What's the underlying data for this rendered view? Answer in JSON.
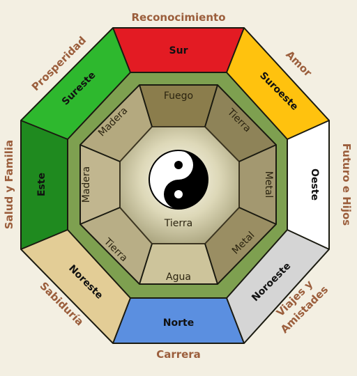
{
  "outer_labels": {
    "top": "Reconocimiento",
    "top_left": "Prosperidad",
    "top_right": "Amor",
    "left": "Salud y Familia",
    "right": "Futuro e Hijos",
    "bottom_left": "Sabiduría",
    "bottom_right_line1": "Viajes y",
    "bottom_right_line2": "Amistades",
    "bottom": "Carrera"
  },
  "directions": {
    "sur": "Sur",
    "suroeste": "Suroeste",
    "oeste": "Oeste",
    "noroeste": "Noroeste",
    "norte": "Norte",
    "noreste": "Noreste",
    "este": "Este",
    "sureste": "Sureste"
  },
  "elements": {
    "top": "Fuego",
    "top_right": "Tierra",
    "right": "Metal",
    "bottom_right": "Metal",
    "bottom": "Agua",
    "bottom_left": "Tierra",
    "left": "Madera",
    "top_left": "Madera",
    "center": "Tierra"
  },
  "colors": {
    "sur": "#e31b23",
    "suroeste": "#ffc20e",
    "oeste": "#ffffff",
    "noroeste": "#d5d5d5",
    "norte": "#5b8fe0",
    "noreste": "#e3cd96",
    "este": "#1f8a1f",
    "sureste": "#2eb82e"
  },
  "icon": "yin-yang-icon"
}
